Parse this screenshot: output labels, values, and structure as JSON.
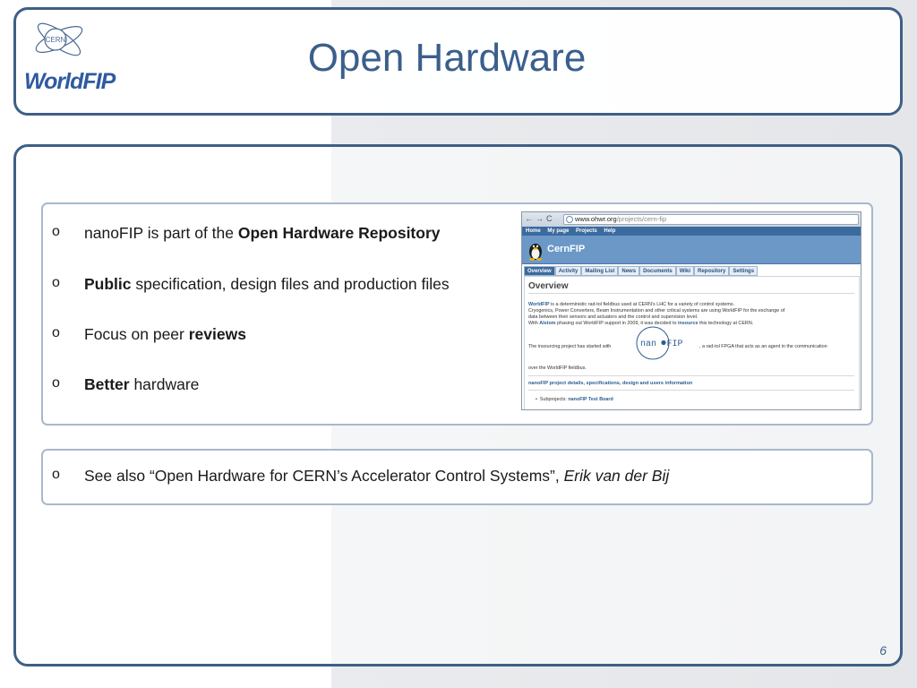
{
  "header": {
    "logo_text": "CERN",
    "wordmark": "WorldFIP",
    "title": "Open Hardware"
  },
  "bullets": [
    {
      "mark": "o",
      "parts": {
        "pre": "nanoFIP is part of the ",
        "bold": "Open Hardware Repository"
      }
    },
    {
      "mark": "o",
      "parts": {
        "bold": "Public",
        "post": " specification, design files and production files"
      }
    },
    {
      "mark": "o",
      "parts": {
        "pre": "Focus on peer ",
        "bold": "reviews"
      }
    },
    {
      "mark": "o",
      "parts": {
        "bold": "Better",
        "post": " hardware"
      }
    }
  ],
  "reference": {
    "mark": "o",
    "text": "See also “Open Hardware for CERN’s Accelerator Control Systems”, ",
    "author": "Erik van der Bij"
  },
  "browser": {
    "url_host": "www.ohwr.org",
    "url_path": "/projects/cern-fip",
    "top_links": [
      "Home",
      "My page",
      "Projects",
      "Help"
    ],
    "project_name": "CernFIP",
    "tabs": [
      "Overview",
      "Activity",
      "Mailing List",
      "News",
      "Documents",
      "Wiki",
      "Repository",
      "Settings"
    ],
    "active_tab": "Overview",
    "heading": "Overview",
    "p1_link": "WorldFIP",
    "p1_text": " is a deterministic rad-tol fieldbus used at CERN's LHC for a variety of control systems.",
    "p1_line2": "Cryogenics, Power Converters, Beam Instrumentation and other critical systems are using WorldFIP for the exchange of",
    "p1_line3": "data between their sensors and actuators and the control and supervision level.",
    "p1_line4_pre": "With ",
    "p1_line4_link1": "Alstom",
    "p1_line4_mid": " phasing out WorldFIP support in 2009, it was decided to ",
    "p1_line4_link2": "insource",
    "p1_line4_post": " this technology at CERN.",
    "nano_pre": "The insourcing project has started with",
    "nano_logo_a": "nan",
    "nano_logo_b": "FIP",
    "nano_post": ", a rad-tol FPGA that acts as an agent in the communication",
    "p3": "over the WorldFIP fieldbus.",
    "details_link": "nanoFIP project details, specifications, design and users information",
    "sub_label": "Subprojects: ",
    "sub_link": "nanoFIP Test Board"
  },
  "page_number": "6",
  "colors": {
    "frame": "#3e5f86",
    "title": "#3a5f8c",
    "box_border": "#a8b8cc",
    "link": "#2d5d92"
  }
}
